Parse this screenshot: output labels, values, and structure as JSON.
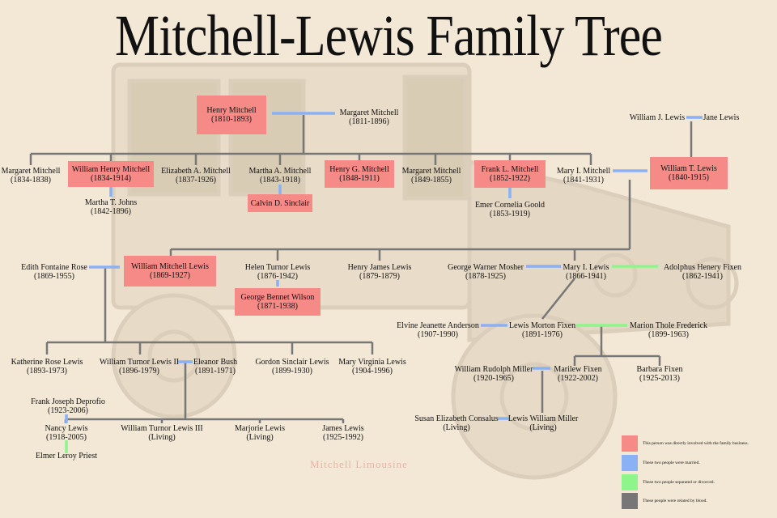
{
  "title": "Mitchell-Lewis Family Tree",
  "watermark": "Mitchell Limousine",
  "colors": {
    "business": "#f58a87",
    "married": "#8ab0f5",
    "separated": "#8ef58a",
    "blood": "#777777"
  },
  "people": {
    "henry_m": {
      "name": "Henry Mitchell",
      "dates": "(1810-1893)"
    },
    "margaret_m": {
      "name": "Margaret Mitchell",
      "dates": "(1811-1896)"
    },
    "william_j_lewis": {
      "name": "William J. Lewis"
    },
    "jane_lewis": {
      "name": "Jane Lewis"
    },
    "margaret_1834": {
      "name": "Margaret Mitchell",
      "dates": "(1834-1838)"
    },
    "william_henry": {
      "name": "William Henry Mitchell",
      "dates": "(1834-1914)"
    },
    "martha_johns": {
      "name": "Martha T. Johns",
      "dates": "(1842-1896)"
    },
    "elizabeth": {
      "name": "Elizabeth A. Mitchell",
      "dates": "(1837-1926)"
    },
    "martha_a": {
      "name": "Martha A. Mitchell",
      "dates": "(1843-1918)"
    },
    "calvin": {
      "name": "Calvin D. Sinclair"
    },
    "henry_g": {
      "name": "Henry G. Mitchell",
      "dates": "(1848-1911)"
    },
    "margaret_1849": {
      "name": "Margaret Mitchell",
      "dates": "(1849-1855)"
    },
    "frank": {
      "name": "Frank L. Mitchell",
      "dates": "(1852-1922)"
    },
    "emer": {
      "name": "Emer Cornelia Goold",
      "dates": "(1853-1919)"
    },
    "mary_i": {
      "name": "Mary I. Mitchell",
      "dates": "(1841-1931)"
    },
    "william_t": {
      "name": "William T. Lewis",
      "dates": "(1840-1915)"
    },
    "edith": {
      "name": "Edith Fontaine Rose",
      "dates": "(1869-1955)"
    },
    "william_mitchell_lewis": {
      "name": "William Mitchell Lewis",
      "dates": "(1869-1927)"
    },
    "helen": {
      "name": "Helen Turnor Lewis",
      "dates": "(1876-1942)"
    },
    "george_wilson": {
      "name": "George Bennet Wilson",
      "dates": "(1871-1938)"
    },
    "henry_james": {
      "name": "Henry James Lewis",
      "dates": "(1879-1879)"
    },
    "george_mosher": {
      "name": "George Warner Mosher",
      "dates": "(1878-1925)"
    },
    "mary_lewis": {
      "name": "Mary I. Lewis",
      "dates": "(1866-1941)"
    },
    "adolphus": {
      "name": "Adolphus Henery Fixen",
      "dates": "(1862-1941)"
    },
    "elvine": {
      "name": "Elvine Jeanette Anderson",
      "dates": "(1907-1990)"
    },
    "lewis_morton": {
      "name": "Lewis Morton Fixen",
      "dates": "(1891-1976)"
    },
    "marion": {
      "name": "Marion Thole Frederick",
      "dates": "(1899-1963)"
    },
    "katherine": {
      "name": "Katherine Rose Lewis",
      "dates": "(1893-1973)"
    },
    "william_turnor_ii": {
      "name": "William Turnor Lewis II",
      "dates": "(1896-1979)"
    },
    "eleanor": {
      "name": "Eleanor Bush",
      "dates": "(1891-1971)"
    },
    "gordon": {
      "name": "Gordon Sinclair Lewis",
      "dates": "(1899-1930)"
    },
    "mary_virginia": {
      "name": "Mary Virginia Lewis",
      "dates": "(1904-1996)"
    },
    "william_rudolph": {
      "name": "William Rudolph Miller",
      "dates": "(1920-1965)"
    },
    "marilew": {
      "name": "Marilew Fixen",
      "dates": "(1922-2002)"
    },
    "barbara": {
      "name": "Barbara Fixen",
      "dates": "(1925-2013)"
    },
    "frank_deprofio": {
      "name": "Frank Joseph Deprofio",
      "dates": "(1923-2006)"
    },
    "nancy": {
      "name": "Nancy Lewis",
      "dates": "(1918-2005)"
    },
    "elmer": {
      "name": "Elmer Leroy Priest"
    },
    "william_turnor_iii": {
      "name": "William Turnor Lewis III",
      "dates": "(Living)"
    },
    "marjorie": {
      "name": "Marjorie Lewis",
      "dates": "(Living)"
    },
    "james": {
      "name": "James Lewis",
      "dates": "(1925-1992)"
    },
    "susan": {
      "name": "Susan Elizabeth Consalus",
      "dates": "(Living)"
    },
    "lewis_william_miller": {
      "name": "Lewis William Miller",
      "dates": "(Living)"
    }
  },
  "legend": [
    {
      "label": "This person was directly involved with the family business.",
      "color": "#f58a87"
    },
    {
      "label": "These two people were married.",
      "color": "#8ab0f5"
    },
    {
      "label": "These two people separated or divorced.",
      "color": "#8ef58a"
    },
    {
      "label": "These people were related by blood.",
      "color": "#777777"
    }
  ]
}
